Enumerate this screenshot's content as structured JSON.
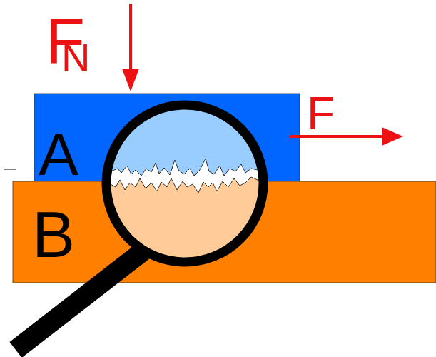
{
  "diagram": {
    "nodes": [
      {
        "text": [
          "A"
        ]
      },
      {
        "text": [
          "B"
        ]
      }
    ],
    "labels": [
      "F",
      "N",
      "F"
    ]
  }
}
